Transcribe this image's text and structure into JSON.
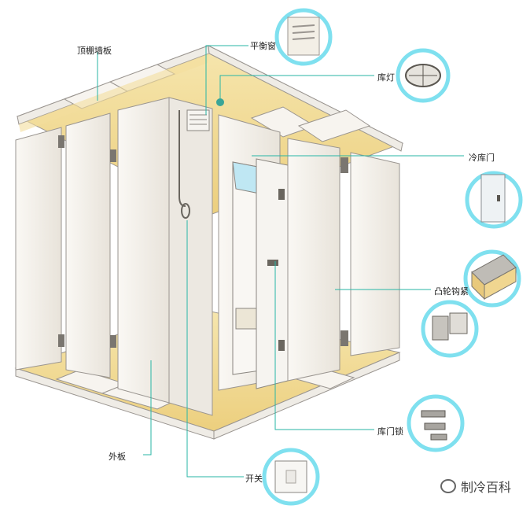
{
  "labels": {
    "top_panel": "顶棚墙板",
    "balance_window": "平衡窗",
    "lamp": "库灯",
    "door": "冷库门",
    "cam_hook": "凸轮钩紧",
    "door_lock": "库门锁",
    "outer_panel": "外板",
    "switch": "开关"
  },
  "watermark": "制冷百科",
  "colors": {
    "panel": "#f4f1ec",
    "panel_edge": "#9a9590",
    "insulation": "#f3dd9c",
    "leader": "#27b6a6",
    "callout_ring": "#7fe0ef"
  }
}
